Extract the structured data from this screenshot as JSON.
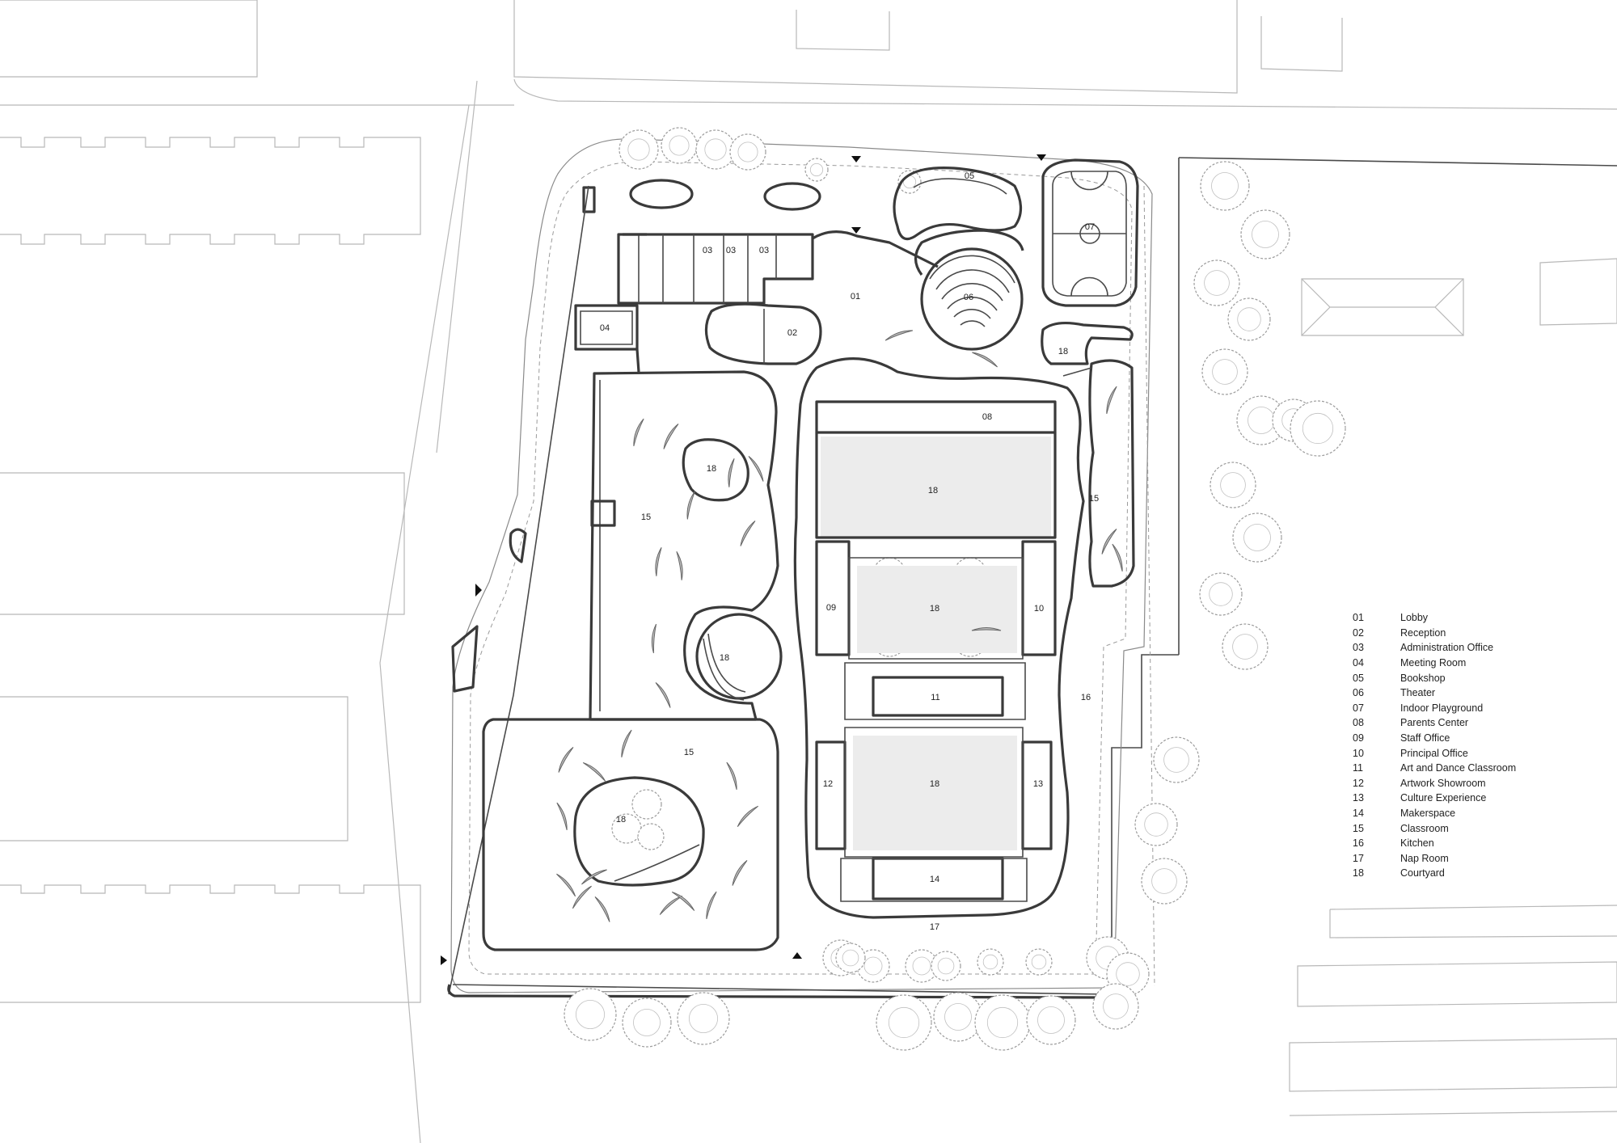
{
  "rooms": [
    {
      "num": "01",
      "name": "Lobby"
    },
    {
      "num": "02",
      "name": "Reception"
    },
    {
      "num": "03",
      "name": "Administration Office"
    },
    {
      "num": "04",
      "name": "Meeting Room"
    },
    {
      "num": "05",
      "name": "Bookshop"
    },
    {
      "num": "06",
      "name": "Theater"
    },
    {
      "num": "07",
      "name": "Indoor Playground"
    },
    {
      "num": "08",
      "name": "Parents Center"
    },
    {
      "num": "09",
      "name": "Staff Office"
    },
    {
      "num": "10",
      "name": "Principal Office"
    },
    {
      "num": "11",
      "name": "Art and Dance Classroom"
    },
    {
      "num": "12",
      "name": "Artwork Showroom"
    },
    {
      "num": "13",
      "name": "Culture Experience"
    },
    {
      "num": "14",
      "name": "Makerspace"
    },
    {
      "num": "15",
      "name": "Classroom"
    },
    {
      "num": "16",
      "name": "Kitchen"
    },
    {
      "num": "17",
      "name": "Nap Room"
    },
    {
      "num": "18",
      "name": "Courtyard"
    }
  ],
  "plan_labels": {
    "lobby": "01",
    "reception": "02",
    "admin_a": "03",
    "admin_b": "03",
    "admin_c": "03",
    "meeting": "04",
    "bookshop": "05",
    "theater": "06",
    "playground": "07",
    "parents": "08",
    "staff": "09",
    "principal": "10",
    "art_dance": "11",
    "showroom": "12",
    "culture": "13",
    "makerspace": "14",
    "classroom_west": "15",
    "classroom_southwest": "15",
    "classroom_east": "15",
    "kitchen": "16",
    "nap": "17",
    "courtyard_nw": "18",
    "courtyard_w": "18",
    "courtyard_sw": "18",
    "courtyard_n": "18",
    "courtyard_c": "18",
    "courtyard_s": "18",
    "courtyard_ne": "18"
  },
  "colors": {
    "wall": "#3a3a3a",
    "context": "#b8b8b8",
    "tree": "#9c9c9c",
    "furniture": "#bdbdbd"
  }
}
